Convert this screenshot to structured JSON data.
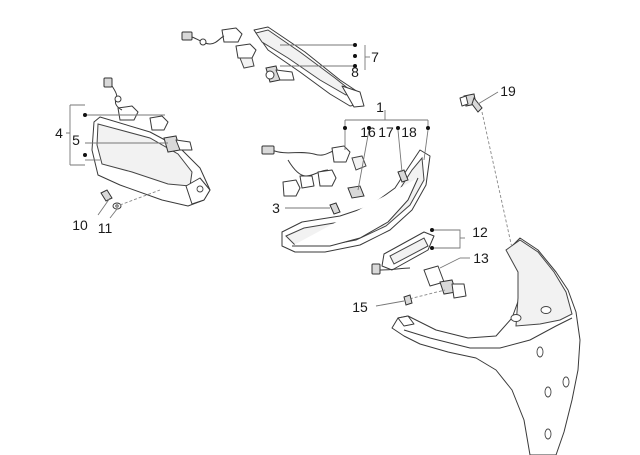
{
  "callouts": [
    {
      "id": "c1",
      "label": "1"
    },
    {
      "id": "c3",
      "label": "3"
    },
    {
      "id": "c4",
      "label": "4"
    },
    {
      "id": "c5",
      "label": "5"
    },
    {
      "id": "c7",
      "label": "7"
    },
    {
      "id": "c8",
      "label": "8"
    },
    {
      "id": "c10",
      "label": "10"
    },
    {
      "id": "c11",
      "label": "11"
    },
    {
      "id": "c12",
      "label": "12"
    },
    {
      "id": "c13",
      "label": "13"
    },
    {
      "id": "c15",
      "label": "15"
    },
    {
      "id": "c16",
      "label": "16"
    },
    {
      "id": "c17",
      "label": "17"
    },
    {
      "id": "c18",
      "label": "18"
    },
    {
      "id": "c19",
      "label": "19"
    }
  ]
}
